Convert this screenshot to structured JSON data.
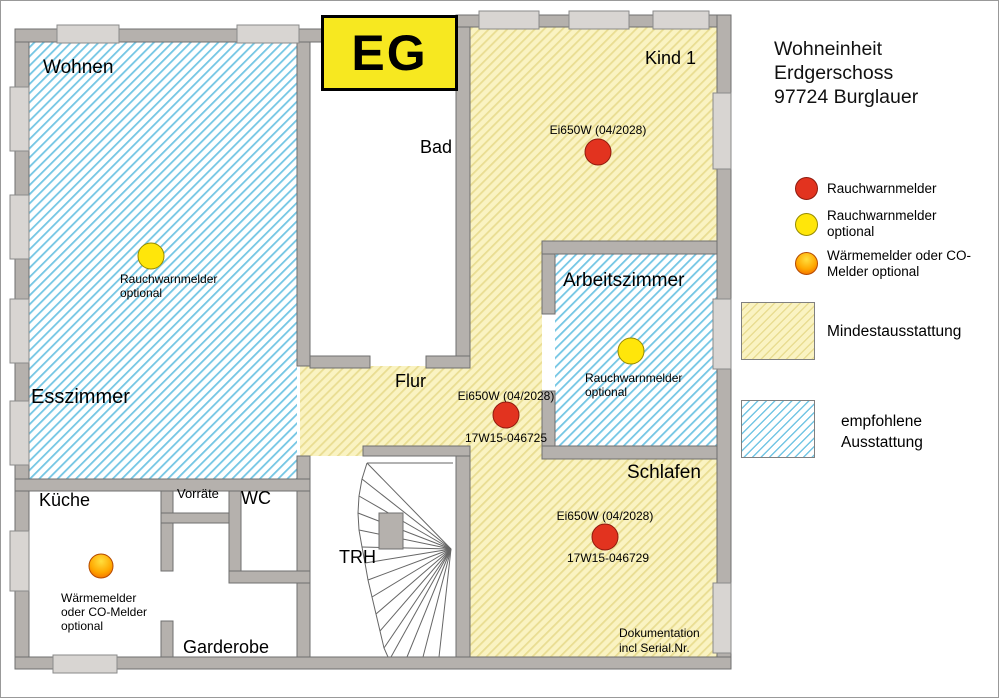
{
  "plan": {
    "code": "EG",
    "rooms": {
      "wohnen": "Wohnen",
      "esszimmer": "Esszimmer",
      "kueche": "Küche",
      "vorraete": "Vorräte",
      "wc": "WC",
      "garderobe": "Garderobe",
      "trh": "TRH",
      "bad": "Bad",
      "flur": "Flur",
      "kind1": "Kind 1",
      "arbeitszimmer": "Arbeitszimmer",
      "schlafen": "Schlafen"
    },
    "detectors": {
      "esszimmer_optional": {
        "lines": [
          "Rauchwarnmelder",
          "optional"
        ]
      },
      "kind1": {
        "model": "Ei650W (04/2028)"
      },
      "flur": {
        "model": "Ei650W (04/2028)",
        "serial": "17W15-046725"
      },
      "arbeitszimmer_optional": {
        "lines": [
          "Rauchwarnmelder",
          "optional"
        ]
      },
      "schlafen": {
        "model": "Ei650W (04/2028)",
        "serial": "17W15-046729"
      },
      "kueche_heat": {
        "lines": [
          "Wärmemelder",
          "oder CO-Melder",
          "optional"
        ]
      }
    },
    "note_lines": [
      "Dokumentation",
      "incl Serial.Nr."
    ]
  },
  "header": {
    "lines": [
      "Wohneinheit",
      "Erdgerschoss",
      "97724 Burglauer"
    ]
  },
  "legend": {
    "smoke_label": "Rauchwarnmelder",
    "smoke_optional_lines": [
      "Rauchwarnmelder",
      "optional"
    ],
    "heat_optional_lines": [
      "Wärmemelder oder CO-",
      "Melder optional"
    ],
    "min_label": "Mindestausstattung",
    "recommended_lines": [
      "empfohlene",
      "Ausstattung"
    ]
  },
  "colors": {
    "detector_red": "#e2331f",
    "detector_yellow": "#ffe60a",
    "heat_gradient_top": "#ffdf3e",
    "heat_gradient_bottom": "#ee5a00",
    "hatch_blue_line": "#74c6e4",
    "hatch_yellow_bg": "#faf3c2",
    "hatch_yellow_line": "#e9dd92",
    "wall_fill": "#b5b1ad",
    "window_fill": "#d8d5d2",
    "eg_box_yellow": "#f7e820"
  }
}
